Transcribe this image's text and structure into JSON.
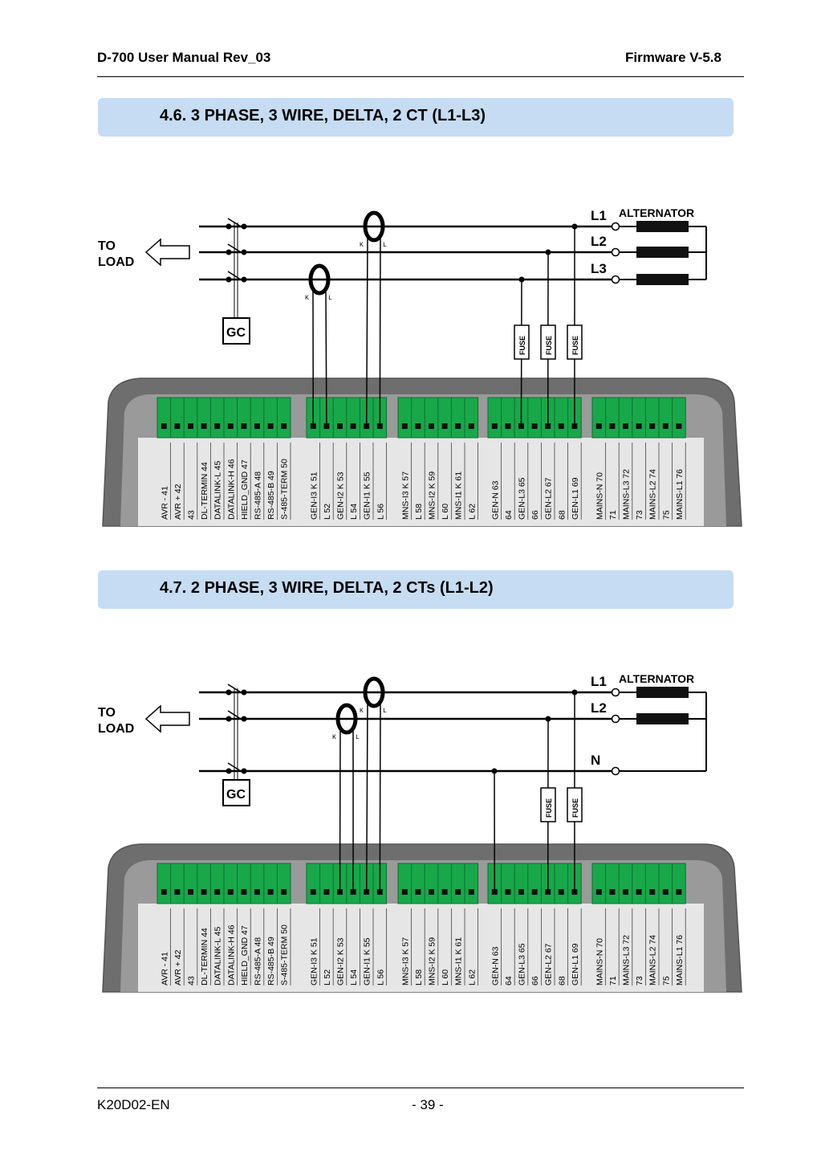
{
  "header": {
    "left": "D-700 User Manual Rev_03",
    "right": "Firmware V-5.8"
  },
  "sections": [
    {
      "title": "4.6. 3 PHASE, 3 WIRE, DELTA, 2 CT (L1-L3)",
      "diagram": {
        "to_load": [
          "TO",
          "LOAD"
        ],
        "gc": "GC",
        "alternator": "ALTERNATOR",
        "lines": [
          "L1",
          "L2",
          "L3"
        ],
        "fuse": "FUSE",
        "ct_k": "K",
        "ct_l": "L"
      }
    },
    {
      "title": "4.7. 2 PHASE, 3 WIRE, DELTA, 2 CTs (L1-L2)",
      "diagram": {
        "to_load": [
          "TO",
          "LOAD"
        ],
        "gc": "GC",
        "alternator": "ALTERNATOR",
        "lines": [
          "L1",
          "L2",
          "N"
        ],
        "fuse": "FUSE",
        "ct_k": "K",
        "ct_l": "L"
      }
    }
  ],
  "terminals": [
    {
      "name": "AVR -",
      "num": "41",
      "sub": ""
    },
    {
      "name": "AVR +",
      "num": "42",
      "sub": ""
    },
    {
      "name": "",
      "num": "43",
      "sub": ""
    },
    {
      "name": "DL-TERMIN",
      "num": "44",
      "sub": ""
    },
    {
      "name": "DATALINK-L",
      "num": "45",
      "sub": ""
    },
    {
      "name": "DATALINK-H",
      "num": "46",
      "sub": ""
    },
    {
      "name": "HIELD_GND",
      "num": "47",
      "sub": ""
    },
    {
      "name": "RS-485-A",
      "num": "48",
      "sub": ""
    },
    {
      "name": "RS-485-B",
      "num": "49",
      "sub": ""
    },
    {
      "name": "S-485-TERM",
      "num": "50",
      "sub": ""
    },
    {
      "name": "GEN-I3",
      "num": "51",
      "sub": "K"
    },
    {
      "name": "",
      "num": "52",
      "sub": "L"
    },
    {
      "name": "GEN-I2",
      "num": "53",
      "sub": "K"
    },
    {
      "name": "",
      "num": "54",
      "sub": "L"
    },
    {
      "name": "GEN-I1",
      "num": "55",
      "sub": "K"
    },
    {
      "name": "",
      "num": "56",
      "sub": "L"
    },
    {
      "name": "MNS-I3",
      "num": "57",
      "sub": "K"
    },
    {
      "name": "",
      "num": "58",
      "sub": "L"
    },
    {
      "name": "MNS-I2",
      "num": "59",
      "sub": "K"
    },
    {
      "name": "",
      "num": "60",
      "sub": "L"
    },
    {
      "name": "MNS-I1",
      "num": "61",
      "sub": "K"
    },
    {
      "name": "",
      "num": "62",
      "sub": "L"
    },
    {
      "name": "GEN-N",
      "num": "63",
      "sub": ""
    },
    {
      "name": "",
      "num": "64",
      "sub": ""
    },
    {
      "name": "GEN-L3",
      "num": "65",
      "sub": ""
    },
    {
      "name": "",
      "num": "66",
      "sub": ""
    },
    {
      "name": "GEN-L2",
      "num": "67",
      "sub": ""
    },
    {
      "name": "",
      "num": "68",
      "sub": ""
    },
    {
      "name": "GEN-L1",
      "num": "69",
      "sub": ""
    },
    {
      "name": "MAINS-N",
      "num": "70",
      "sub": ""
    },
    {
      "name": "",
      "num": "71",
      "sub": ""
    },
    {
      "name": "MAINS-L3",
      "num": "72",
      "sub": ""
    },
    {
      "name": "",
      "num": "73",
      "sub": ""
    },
    {
      "name": "MAINS-L2",
      "num": "74",
      "sub": ""
    },
    {
      "name": "",
      "num": "75",
      "sub": ""
    },
    {
      "name": "MAINS-L1",
      "num": "76",
      "sub": ""
    }
  ],
  "footer": {
    "left": "K20D02-EN",
    "center": "- 39 -"
  },
  "colors": {
    "banner": "#c6dcf2",
    "terminal_green": "#18a84a",
    "housing": "#7a7a7a"
  }
}
